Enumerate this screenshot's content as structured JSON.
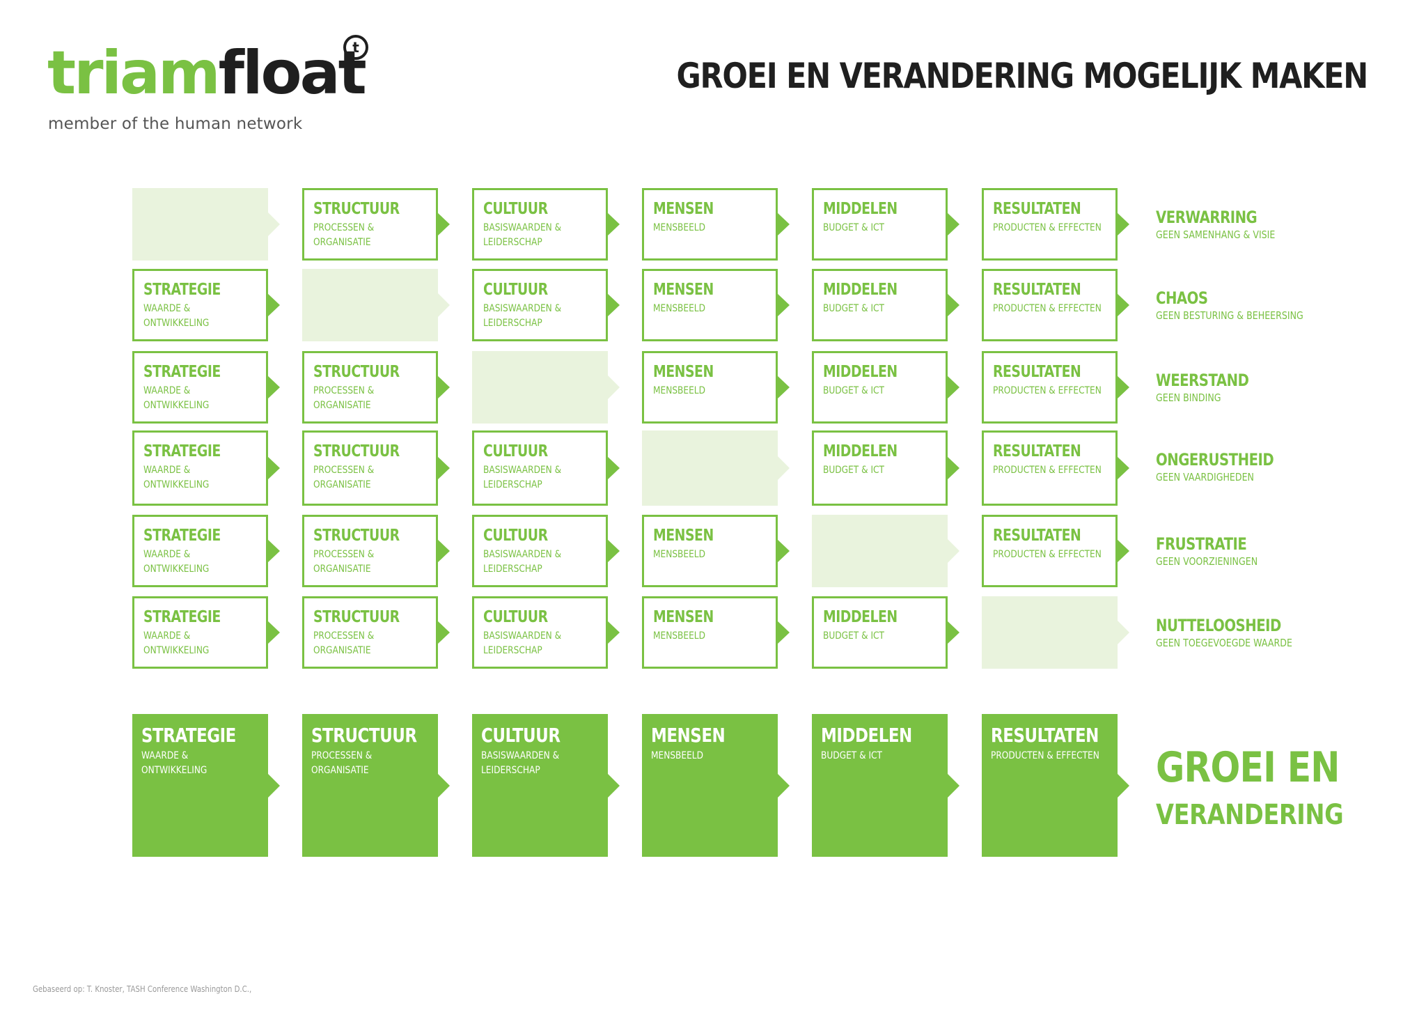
{
  "brand": {
    "logo_part1": "triam",
    "logo_part2": "float",
    "logo_mark": "t",
    "tagline": "member of the human network"
  },
  "title": "GROEI EN VERANDERING MOGELIJK MAKEN",
  "colors": {
    "accent": "#7ac143",
    "faded": "#e9f3dd",
    "dark": "#1f1f1f"
  },
  "elements": [
    {
      "title": "STRATEGIE",
      "sub": [
        "WAARDE &",
        "ONTWIKKELING"
      ]
    },
    {
      "title": "STRUCTUUR",
      "sub": [
        "PROCESSEN &",
        "ORGANISATIE"
      ]
    },
    {
      "title": "CULTUUR",
      "sub": [
        "BASISWAARDEN &",
        "LEIDERSCHAP"
      ]
    },
    {
      "title": "MENSEN",
      "sub": [
        "MENSBEELD"
      ]
    },
    {
      "title": "MIDDELEN",
      "sub": [
        "BUDGET & ICT"
      ]
    },
    {
      "title": "RESULTATEN",
      "sub": [
        "PRODUCTEN & EFFECTEN"
      ]
    }
  ],
  "rows": [
    {
      "missing": 0,
      "outcome": "VERWARRING",
      "outcome_sub": "GEEN SAMENHANG & VISIE"
    },
    {
      "missing": 1,
      "outcome": "CHAOS",
      "outcome_sub": "GEEN BESTURING & BEHEERSING"
    },
    {
      "missing": 2,
      "outcome": "WEERSTAND",
      "outcome_sub": "GEEN BINDING"
    },
    {
      "missing": 3,
      "outcome": "ONGERUSTHEID",
      "outcome_sub": "GEEN VAARDIGHEDEN"
    },
    {
      "missing": 4,
      "outcome": "FRUSTRATIE",
      "outcome_sub": "GEEN VOORZIENINGEN"
    },
    {
      "missing": 5,
      "outcome": "NUTTELOOSHEID",
      "outcome_sub": "GEEN TOEGEVOEGDE WAARDE"
    }
  ],
  "final": {
    "line1": "GROEI EN",
    "line2": "VERANDERING"
  },
  "footnote": "Gebaseerd op: T. Knoster, TASH Conference Washington D.C.,"
}
